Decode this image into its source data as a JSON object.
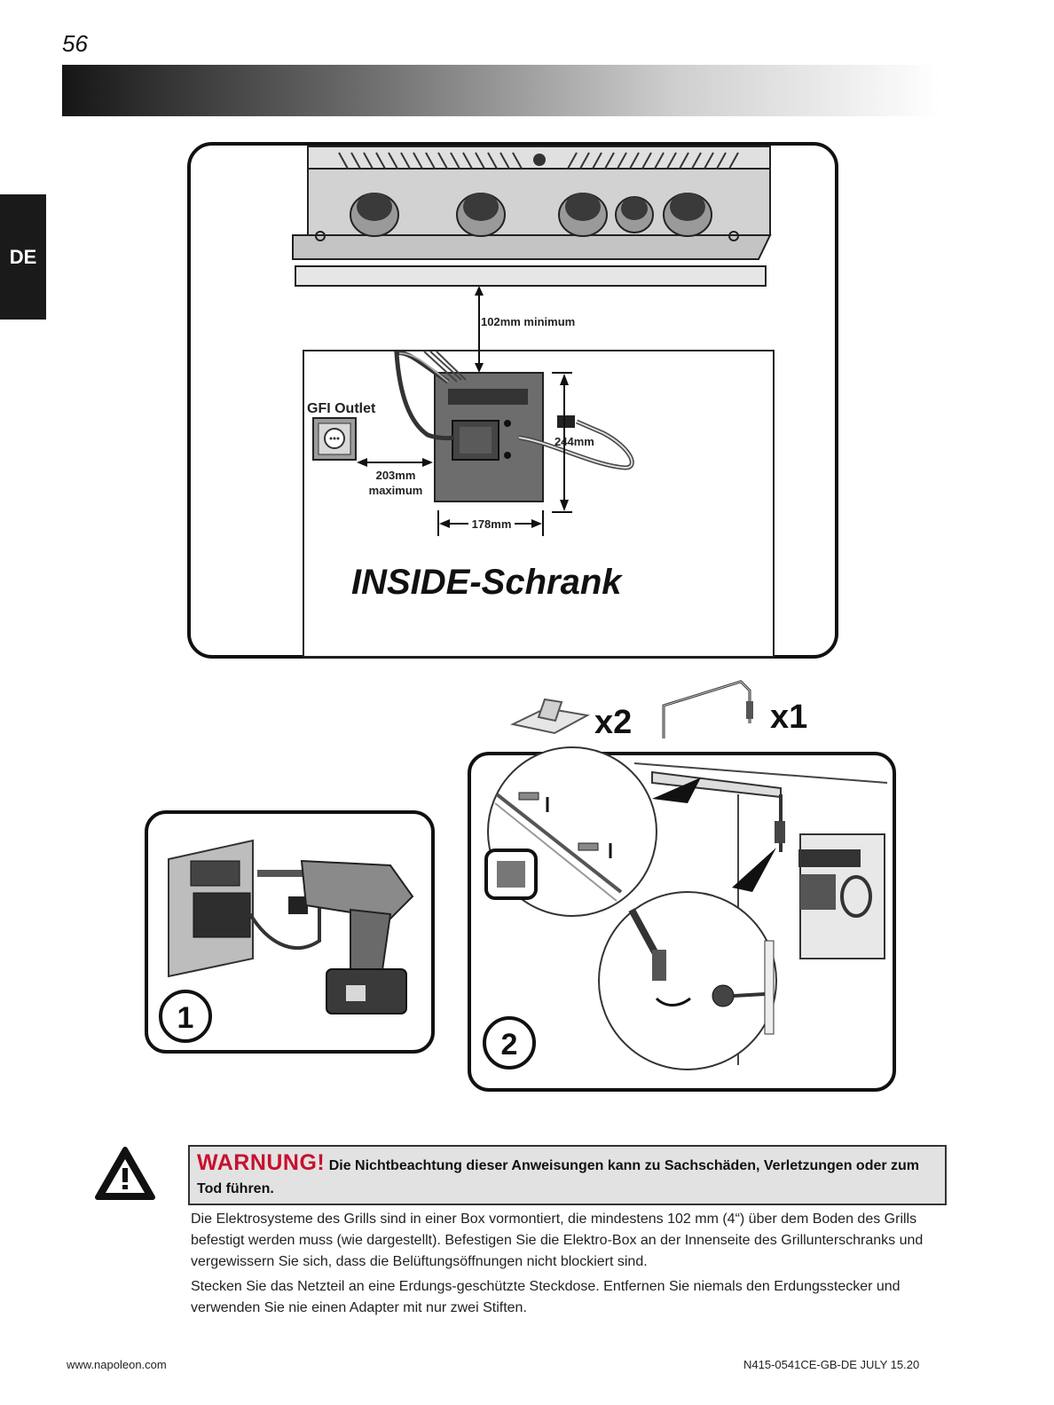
{
  "page": {
    "number": "56",
    "lang_tab": "DE"
  },
  "figure_top": {
    "label_gfi": "GFI Outlet",
    "dim_min": "102mm minimum",
    "dim_height": "244mm",
    "dim_dist_1": "203mm",
    "dim_dist_2": "maximum",
    "dim_width": "178mm",
    "caption": "INSIDE-Schrank"
  },
  "parts": {
    "clip_qty": "x2",
    "harness_qty": "x1"
  },
  "steps": [
    {
      "number": "1"
    },
    {
      "number": "2"
    }
  ],
  "warning": {
    "title": "WARNUNG!",
    "text": " Die Nichtbeachtung dieser Anweisungen kann zu Sachschäden, Verletzungen oder zum Tod führen."
  },
  "body": {
    "paragraph_1": "Die Elektrosysteme des Grills sind in einer Box vormontiert, die mindestens 102 mm (4“) über dem Boden des Grills befestigt werden muss (wie dargestellt). Befestigen Sie die Elektro-Box an der Innenseite des Grillunterschranks und vergewissern Sie sich, dass die Belüftungsöffnungen nicht blockiert sind.",
    "paragraph_2": "Stecken Sie das Netzteil an eine Erdungs-geschützte Steckdose. Entfernen Sie niemals den Erdungsstecker und verwenden Sie nie einen Adapter mit nur zwei Stiften."
  },
  "footer": {
    "left": "www.napoleon.com",
    "right": "N415-0541CE-GB-DE JULY 15.20"
  }
}
